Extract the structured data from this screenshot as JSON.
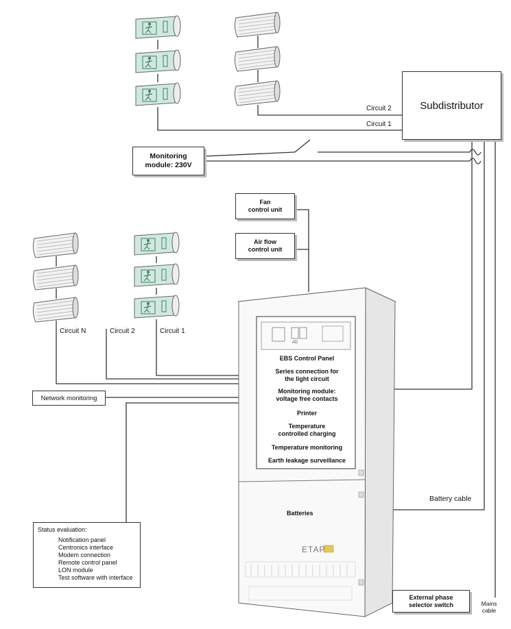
{
  "subdistributor": {
    "label": "Subdistributor"
  },
  "circuits_top": {
    "circuit2": "Circuit 2",
    "circuit1": "Circuit 1"
  },
  "monitoring_module": {
    "line1": "Monitoring",
    "line2": "module: 230V"
  },
  "fan_control": {
    "line1": "Fan",
    "line2": "control unit"
  },
  "airflow_control": {
    "line1": "Air flow",
    "line2": "control unit"
  },
  "circuits_left": {
    "circuitN": "Circuit N",
    "circuit2": "Circuit 2",
    "circuit1": "Circuit 1"
  },
  "network_monitoring": {
    "label": "Network monitoring"
  },
  "cabinet": {
    "features": [
      "EBS Control Panel",
      "Series connection for\nthe light circuit",
      "Monitoring module:\nvoltage free contacts",
      "Printer",
      "Temperature\ncontrolled charging",
      "Temperature monitoring",
      "Earth leakage surveillance"
    ],
    "batteries": "Batteries",
    "brand": "ETAP",
    "indicator": "AD"
  },
  "battery_cable": {
    "label": "Battery cable"
  },
  "status_evaluation": {
    "title": "Status evaluation:",
    "items": [
      "Notification panel",
      "Centronics interface",
      "Modem connection",
      "Remote control panel",
      "LON module",
      "Test software with interface"
    ]
  },
  "external_switch": {
    "line1": "External phase",
    "line2": "selector switch"
  },
  "mains_cable": {
    "line1": "Mains",
    "line2": "cable"
  },
  "colors": {
    "exit_sign_green": "#cfe9df",
    "fixture_grey": "#eeeeee",
    "line": "#333333"
  },
  "icons": {
    "exit_sign": "running-man-exit-icon",
    "fixture": "fluorescent-luminaire-icon"
  }
}
